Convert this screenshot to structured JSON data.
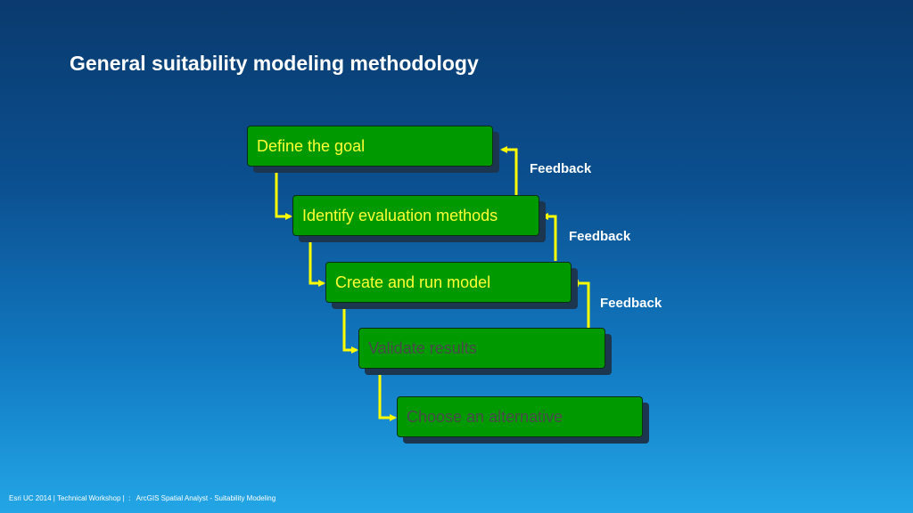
{
  "title": "General suitability modeling methodology",
  "steps": [
    {
      "label": "Define the goal",
      "text_color": "#ffff33"
    },
    {
      "label": "Identify evaluation methods",
      "text_color": "#ffff33"
    },
    {
      "label": "Create and run model",
      "text_color": "#ffff33"
    },
    {
      "label": "Validate results",
      "text_color": "#4a4a4a"
    },
    {
      "label": "Choose an alternative",
      "text_color": "#4a4a4a"
    }
  ],
  "feedback": [
    "Feedback",
    "Feedback",
    "Feedback"
  ],
  "footer": {
    "left": "Esri UC 2014 | Technical Workshop |",
    "separator": ":",
    "right": "ArcGIS Spatial Analyst - Suitability Modeling"
  },
  "colors": {
    "box_fill": "#009a00",
    "connector": "#ffff00",
    "text_white": "#ffffff"
  }
}
